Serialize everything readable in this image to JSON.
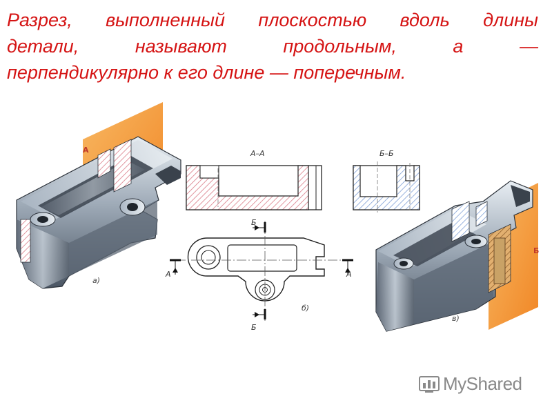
{
  "heading": {
    "line1": "Разрез, выполненный плоскостью вдоль длины",
    "line2": "детали, называют продольным, а —",
    "line3": "перпендикулярно к его длине — поперечным."
  },
  "figure": {
    "section_aa_label": "А–А",
    "section_bb_label": "Б–Б",
    "cut_label_a": "А",
    "cut_label_b": "Б",
    "caption_a": "а)",
    "caption_b": "б)",
    "caption_c": "в)"
  },
  "watermark": {
    "brand": "MyShared"
  },
  "colors": {
    "heading": "#d51414",
    "cutting_plane": "#f08a1a",
    "section_aa_hatch": "#d97a86",
    "section_bb_hatch": "#7f9fd6",
    "metal": "#8d9aaa"
  }
}
